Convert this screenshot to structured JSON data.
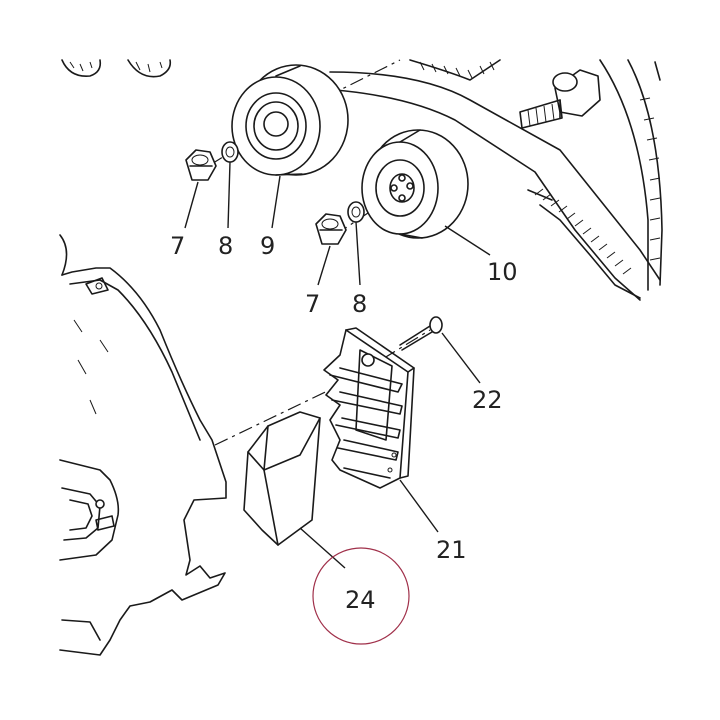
{
  "labels": {
    "l7a": "7",
    "l8a": "8",
    "l9": "9",
    "l10": "10",
    "l7b": "7",
    "l8b": "8",
    "l22": "22",
    "l21": "21",
    "l24": "24"
  },
  "colors": {
    "line": "#1a1a1a",
    "foam_fill": "#c4c4c4",
    "highlight_circle": "#a0304a"
  },
  "highlighted_part": "24"
}
